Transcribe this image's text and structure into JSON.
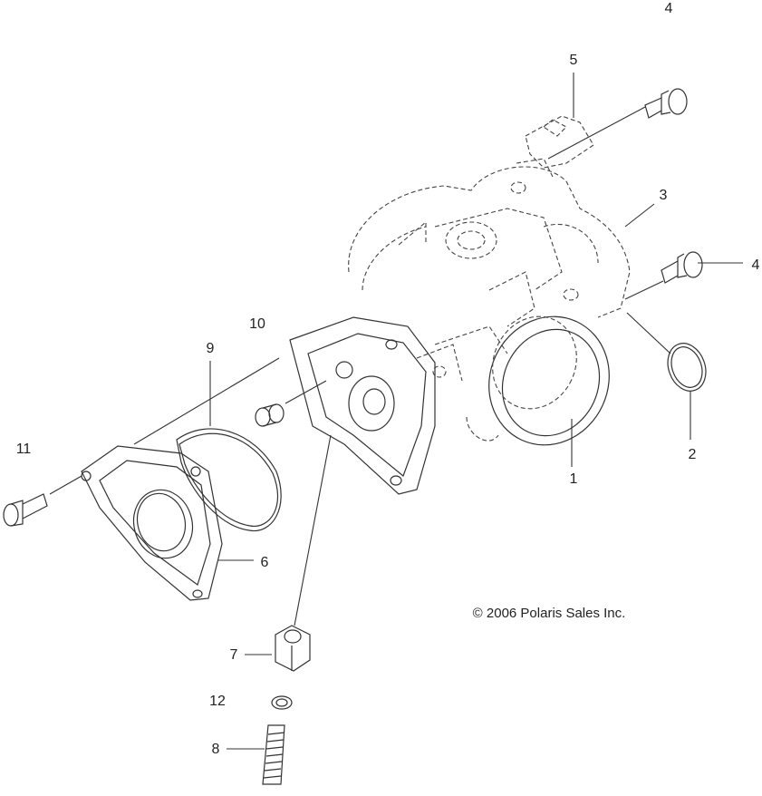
{
  "diagram": {
    "callouts": [
      "1",
      "2",
      "3",
      "4",
      "4",
      "5",
      "6",
      "7",
      "8",
      "9",
      "10",
      "11",
      "12"
    ],
    "copyright": "© 2006 Polaris Sales Inc."
  }
}
